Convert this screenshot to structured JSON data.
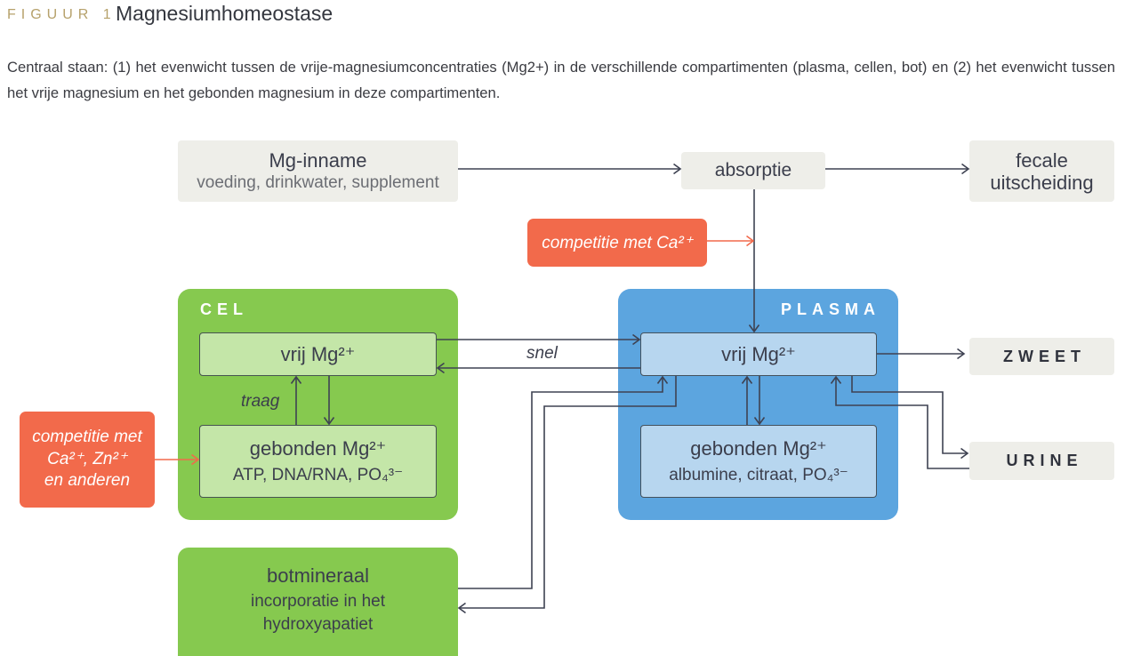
{
  "figure": {
    "label": "FIGUUR 1",
    "title": "Magnesiumhomeostase",
    "caption": "Centraal staan: (1) het evenwicht tussen de vrije-magnesiumconcentraties (Mg2+) in de verschillende compartimenten (plasma, cellen, bot) en (2) het evenwicht tussen het vrije magnesium en het gebonden magnesium in deze compartimenten."
  },
  "intake": {
    "title": "Mg-inname",
    "subtitle": "voeding, drinkwater, supplement"
  },
  "absorption": {
    "title": "absorptie"
  },
  "fecal_excretion": {
    "lines": [
      "fecale",
      "uitscheiding"
    ]
  },
  "competition_ca": {
    "text": "competitie met Ca²⁺"
  },
  "competition_cell": {
    "lines": [
      "competitie met",
      "Ca²⁺, Zn²⁺",
      "en anderen"
    ]
  },
  "cell": {
    "label": "CEL",
    "free": {
      "title": "vrij Mg²⁺"
    },
    "bound": {
      "title": "gebonden Mg²⁺",
      "detail": "ATP, DNA/RNA, PO₄³⁻"
    }
  },
  "plasma": {
    "label": "PLASMA",
    "free": {
      "title": "vrij Mg²⁺"
    },
    "bound": {
      "title": "gebonden Mg²⁺",
      "detail": "albumine, citraat, PO₄³⁻"
    }
  },
  "bone": {
    "title": "botmineraal",
    "detail_lines": [
      "incorporatie in het",
      "hydroxyapatiet"
    ]
  },
  "sweat": {
    "label": "ZWEET"
  },
  "urine": {
    "label": "URINE"
  },
  "edge_labels": {
    "fast": "snel",
    "slow": "traag"
  },
  "colors": {
    "figure_label": "#b6a16b",
    "compartment_green": "#86c94f",
    "cell_inner": "#c4e6a8",
    "plasma_blue": "#5ca5df",
    "plasma_inner": "#b7d6ef",
    "competition_orange": "#f26a4b",
    "neutral_box": "#eeeee9",
    "arrow": "#3e4252"
  }
}
